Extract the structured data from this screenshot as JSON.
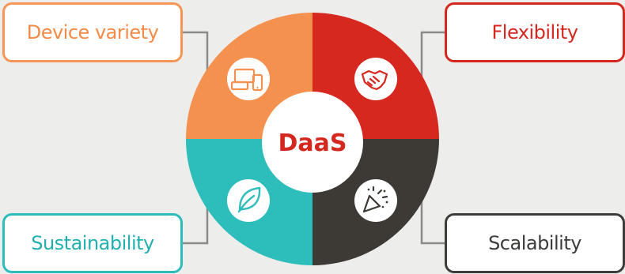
{
  "center": {
    "title": "DaaS"
  },
  "segments": [
    {
      "id": "device-variety",
      "label": "Device variety",
      "color": "#f4914f",
      "icon": "devices-icon"
    },
    {
      "id": "flexibility",
      "label": "Flexibility",
      "color": "#d6281f",
      "icon": "handshake-icon"
    },
    {
      "id": "sustainability",
      "label": "Sustainability",
      "color": "#2dbdbb",
      "icon": "leaf-icon"
    },
    {
      "id": "scalability",
      "label": "Scalability",
      "color": "#3d3a36",
      "icon": "party-popper-icon"
    }
  ],
  "connector_color": "#8a8a8a",
  "background_color": "#ededeb"
}
